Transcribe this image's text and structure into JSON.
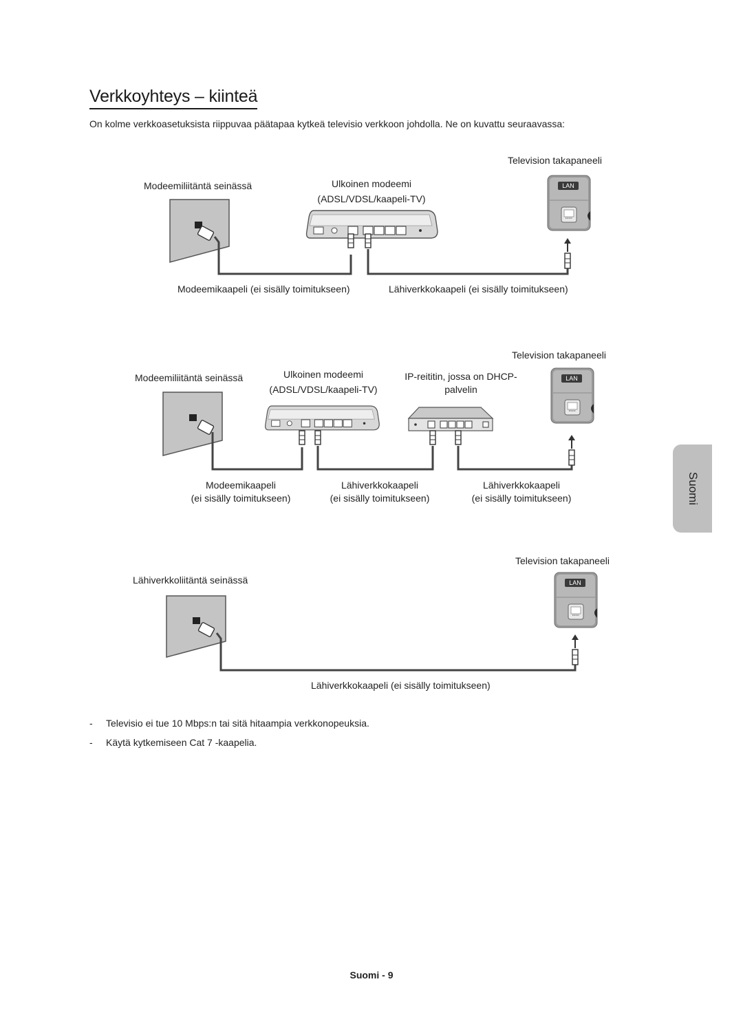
{
  "title": "Verkkoyhteys – kiinteä",
  "intro": "On kolme verkkoasetuksista riippuvaa päätapaa kytkeä televisio verkkoon johdolla. Ne on kuvattu seuraavassa:",
  "diagram1": {
    "tv_label": "Television takapaneeli",
    "wall_label": "Modeemiliitäntä seinässä",
    "modem_label_1": "Ulkoinen modeemi",
    "modem_label_2": "(ADSL/VDSL/kaapeli-TV)",
    "lan_badge": "LAN",
    "cable_left": "Modeemikaapeli (ei sisälly toimitukseen)",
    "cable_right": "Lähiverkkokaapeli (ei sisälly toimitukseen)"
  },
  "diagram2": {
    "tv_label": "Television takapaneeli",
    "wall_label": "Modeemiliitäntä seinässä",
    "modem_label_1": "Ulkoinen modeemi",
    "modem_label_2": "(ADSL/VDSL/kaapeli-TV)",
    "router_label_1": "IP-reititin, jossa on DHCP-",
    "router_label_2": "palvelin",
    "lan_badge": "LAN",
    "cable1_line1": "Modeemikaapeli",
    "cable1_line2": "(ei sisälly toimitukseen)",
    "cable2_line1": "Lähiverkkokaapeli",
    "cable2_line2": "(ei sisälly toimitukseen)",
    "cable3_line1": "Lähiverkkokaapeli",
    "cable3_line2": "(ei sisälly toimitukseen)"
  },
  "diagram3": {
    "tv_label": "Television takapaneeli",
    "wall_label": "Lähiverkkoliitäntä seinässä",
    "lan_badge": "LAN",
    "cable": "Lähiverkkokaapeli (ei sisälly toimitukseen)"
  },
  "notes": [
    "Televisio ei tue 10 Mbps:n tai sitä hitaampia verkkonopeuksia.",
    "Käytä kytkemiseen Cat 7 -kaapelia."
  ],
  "side_tab": "Suomi",
  "footer": "Suomi - 9"
}
